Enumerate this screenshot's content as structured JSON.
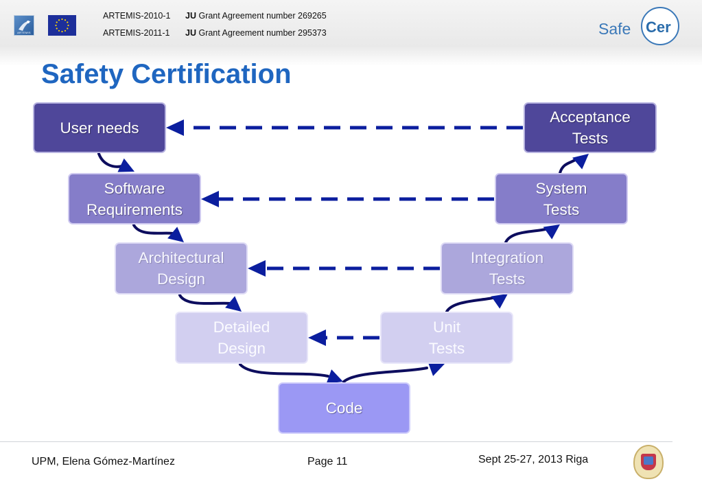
{
  "header": {
    "grants": [
      {
        "program": "ARTEMIS-2010-1",
        "ju": "JU",
        "text": "Grant Agreement number 269265"
      },
      {
        "program": "ARTEMIS-2011-1",
        "ju": "JU",
        "text": "Grant Agreement number 295373"
      }
    ],
    "artemis_logo_text": "ARTEMIS",
    "safecer_logo": {
      "safe": "Safe",
      "cer": "Cer"
    }
  },
  "title": "Safety Certification",
  "v_model": {
    "left_stages": [
      {
        "label": "User needs",
        "level": 1
      },
      {
        "label": "Software\nRequirements",
        "level": 2
      },
      {
        "label": "Architectural\nDesign",
        "level": 3
      },
      {
        "label": "Detailed\nDesign",
        "level": 4
      }
    ],
    "bottom_stage": {
      "label": "Code",
      "level": 5
    },
    "right_stages": [
      {
        "label": "Unit\nTests",
        "level": 4
      },
      {
        "label": "Integration\nTests",
        "level": 3
      },
      {
        "label": "System\nTests",
        "level": 2
      },
      {
        "label": "Acceptance\nTests",
        "level": 1
      }
    ],
    "colors": {
      "arrow": "#0b1e9e",
      "flow_arrow": "#0d0d5e",
      "level1": "#4f479a",
      "level2": "#857dc9",
      "level3": "#aca7dc",
      "level4": "#d2cff0",
      "code": "#9b98f4"
    }
  },
  "footer": {
    "author": "UPM, Elena Gómez-Martínez",
    "page": "Page 11",
    "event": "Sept 25-27, 2013 Riga"
  }
}
